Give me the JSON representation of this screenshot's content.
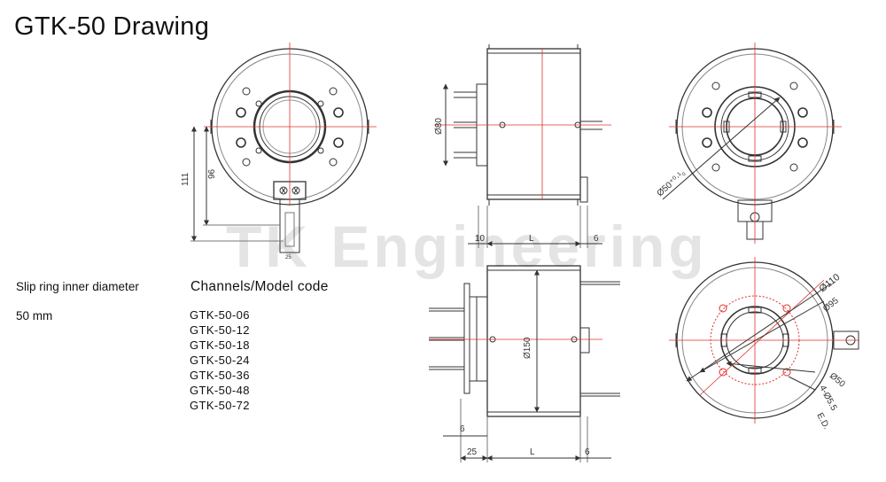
{
  "title": "GTK-50 Drawing",
  "watermark": "TK Engineering",
  "specs": {
    "inner_diameter_label": "Slip ring inner diameter",
    "inner_diameter_value": "50 mm",
    "channels_heading": "Channels/Model code",
    "model_codes": [
      "GTK-50-06",
      "GTK-50-12",
      "GTK-50-18",
      "GTK-50-24",
      "GTK-50-36",
      "GTK-50-48",
      "GTK-50-72"
    ]
  },
  "dimensions": {
    "d111": "111",
    "d96": "96",
    "d25_small": "25",
    "d80": "Ø80",
    "d10": "10",
    "dL": "L",
    "d6": "6",
    "d50_tol": "Ø50⁺⁰·¹₀",
    "d150": "Ø150",
    "d110": "Ø110",
    "d95": "Ø95",
    "d50": "Ø50",
    "d5_5": "4-Ø5.5",
    "ed": "E.D.",
    "d25": "25"
  },
  "colors": {
    "line": "#333333",
    "centerline": "#e0302a",
    "watermark": "#c4c4c4"
  }
}
